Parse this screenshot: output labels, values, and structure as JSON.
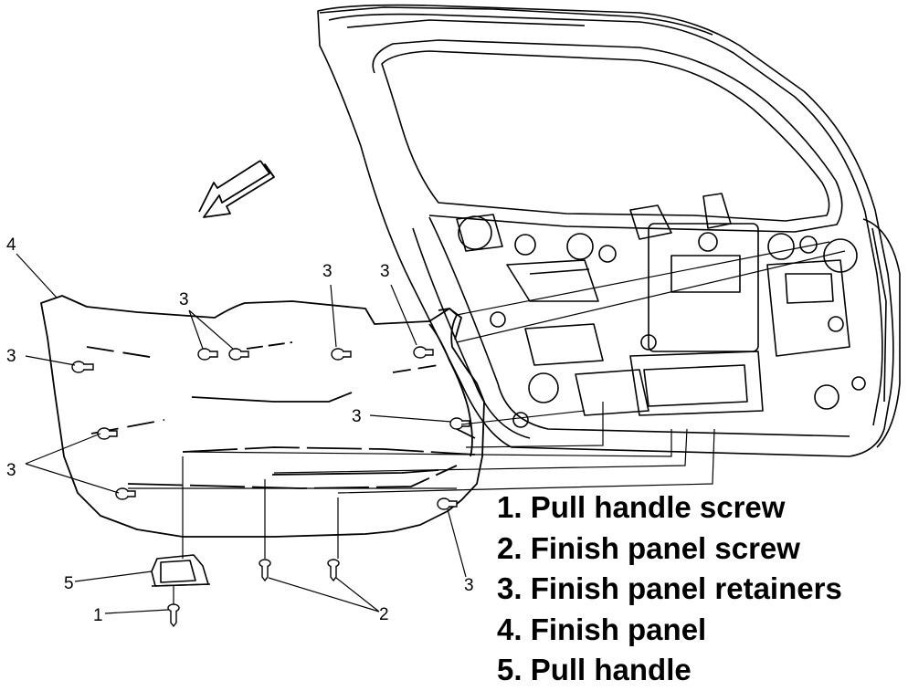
{
  "callouts": {
    "c4": "4",
    "c3_a": "3",
    "c3_b": "3",
    "c3_c": "3",
    "c3_d": "3",
    "c3_e": "3",
    "c3_f": "3",
    "c3_g": "3",
    "c5": "5",
    "c1": "1",
    "c2": "2"
  },
  "legend": [
    "1. Pull handle screw",
    "2. Finish panel screw",
    "3. Finish panel retainers",
    "4. Finish panel",
    "5. Pull handle"
  ],
  "icons": {
    "direction": "arrow-icon"
  }
}
